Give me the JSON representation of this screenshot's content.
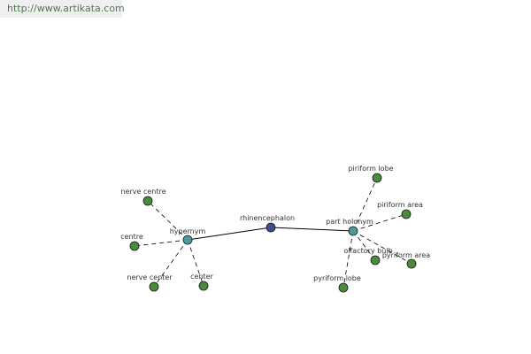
{
  "watermark": "http://www.artikata.com",
  "colors": {
    "center_node": "#3a4f8c",
    "relation_node": "#4a9a9a",
    "leaf_node": "#4a8a3a",
    "node_stroke": "#1a1a1a",
    "edge": "#000000",
    "label": "#333333"
  },
  "graph": {
    "nodes": [
      {
        "id": "rhinencephalon",
        "label": "rhinencephalon",
        "kind": "center"
      },
      {
        "id": "hypernym",
        "label": "hypernym",
        "kind": "relation"
      },
      {
        "id": "part-holonym",
        "label": "part holonym",
        "kind": "relation"
      },
      {
        "id": "nerve-centre",
        "label": "nerve centre",
        "kind": "leaf"
      },
      {
        "id": "centre",
        "label": "centre",
        "kind": "leaf"
      },
      {
        "id": "nerve-center",
        "label": "nerve center",
        "kind": "leaf"
      },
      {
        "id": "center",
        "label": "center",
        "kind": "leaf"
      },
      {
        "id": "piriform-lobe",
        "label": "piriform lobe",
        "kind": "leaf"
      },
      {
        "id": "piriform-area",
        "label": "piriform area",
        "kind": "leaf"
      },
      {
        "id": "olfactory-bulb",
        "label": "olfactory bulb",
        "kind": "leaf"
      },
      {
        "id": "pyriform-area",
        "label": "pyriform area",
        "kind": "leaf"
      },
      {
        "id": "pyriform-lobe",
        "label": "pyriform lobe",
        "kind": "leaf"
      }
    ],
    "edges": [
      {
        "from": "rhinencephalon",
        "to": "hypernym",
        "style": "solid"
      },
      {
        "from": "rhinencephalon",
        "to": "part-holonym",
        "style": "solid"
      },
      {
        "from": "hypernym",
        "to": "nerve-centre",
        "style": "dashed"
      },
      {
        "from": "hypernym",
        "to": "centre",
        "style": "dashed"
      },
      {
        "from": "hypernym",
        "to": "nerve-center",
        "style": "dashed"
      },
      {
        "from": "hypernym",
        "to": "center",
        "style": "dashed"
      },
      {
        "from": "part-holonym",
        "to": "piriform-lobe",
        "style": "dashed"
      },
      {
        "from": "part-holonym",
        "to": "piriform-area",
        "style": "dashed"
      },
      {
        "from": "part-holonym",
        "to": "olfactory-bulb",
        "style": "dashed"
      },
      {
        "from": "part-holonym",
        "to": "pyriform-area",
        "style": "dashed"
      },
      {
        "from": "part-holonym",
        "to": "pyriform-lobe",
        "style": "dashed"
      }
    ]
  }
}
